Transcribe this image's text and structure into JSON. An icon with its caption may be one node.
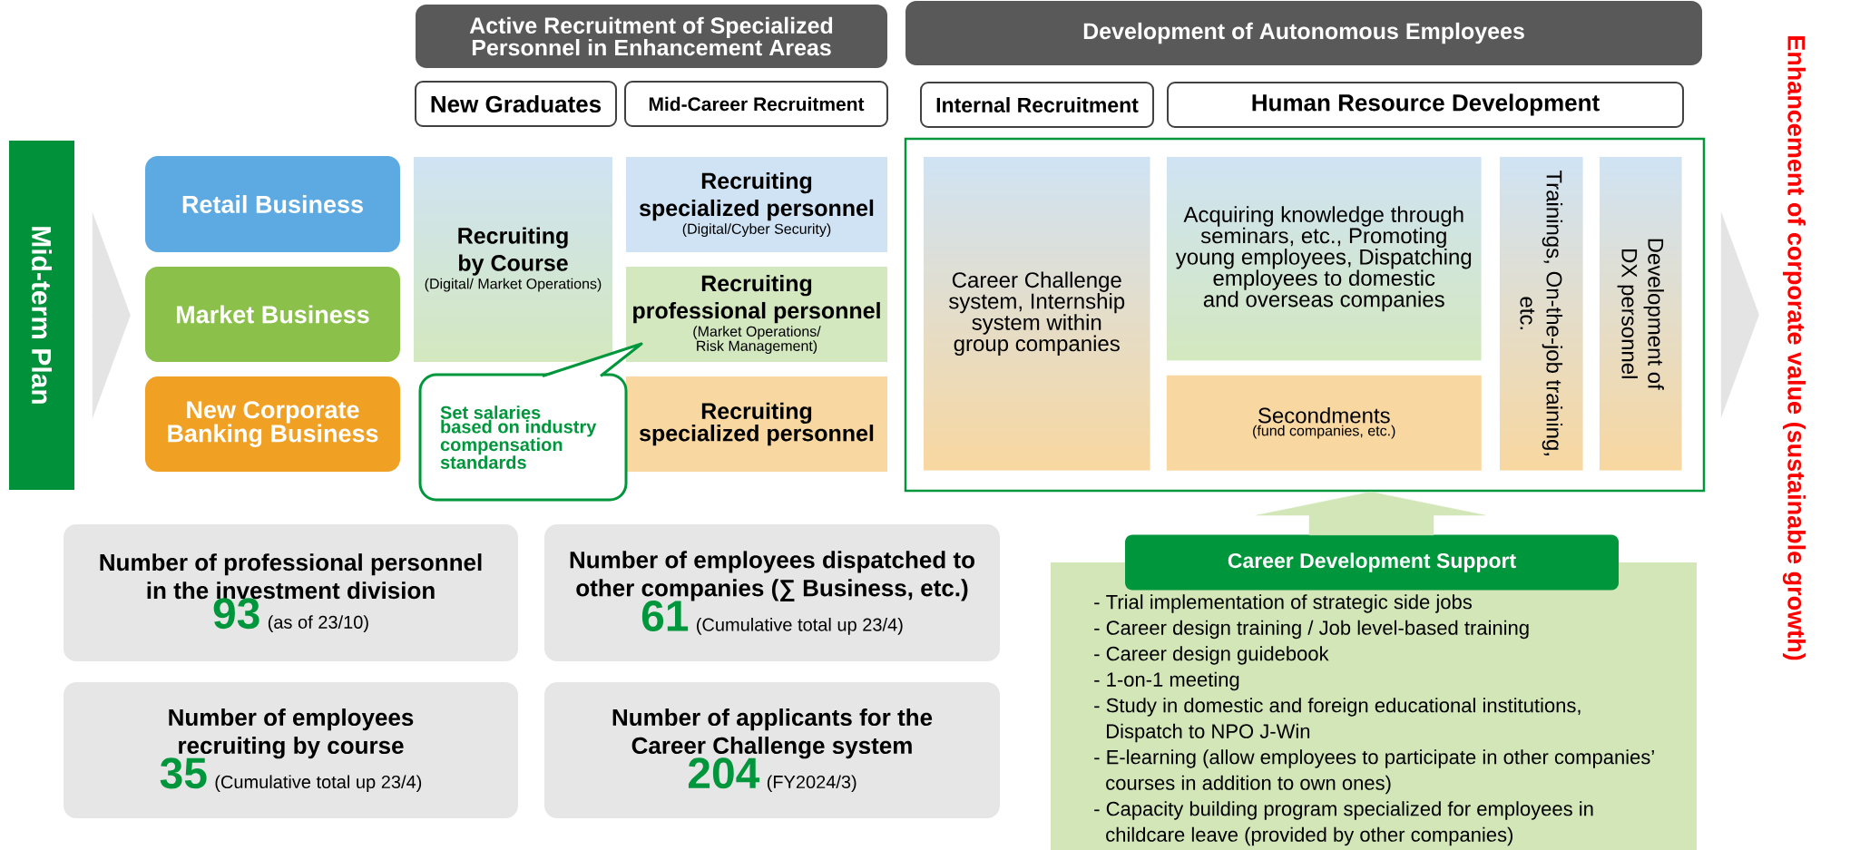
{
  "diagram": {
    "nodes": [
      {
        "text": [
          "Mid-term Plan"
        ]
      },
      {
        "text": [
          "Retail Business"
        ]
      },
      {
        "text": [
          "Market Business"
        ]
      },
      {
        "text": [
          "New Corporate Banking Business"
        ]
      },
      {
        "text": [
          "Active Recruitment of Specialized Personnel in Enhancement Areas"
        ]
      },
      {
        "text": [
          "New Graduates"
        ]
      },
      {
        "text": [
          "Mid-Career Recruitment"
        ]
      },
      {
        "text": [
          "Recruiting by Course",
          "(Digital/ Market Operations)"
        ]
      },
      {
        "text": [
          "Recruiting specialized personnel",
          "(Digital/Cyber Security)"
        ]
      },
      {
        "text": [
          "Recruiting professional personnel",
          "(Market Operations/ Risk Management)"
        ]
      },
      {
        "text": [
          "Recruiting specialized personnel"
        ]
      },
      {
        "text": [
          "Set salaries based on industry compensation standards"
        ]
      },
      {
        "text": [
          "Development of Autonomous Employees"
        ]
      },
      {
        "text": [
          "Internal Recruitment"
        ]
      },
      {
        "text": [
          "Human Resource Development"
        ]
      },
      {
        "text": [],
        "shape": "box"
      },
      {
        "text": [
          "Career Challenge system, Internship system within group companies"
        ],
        "in": 15
      },
      {
        "text": [
          "Acquiring knowledge through seminars, etc., Promoting young employees, Dispatching employees to domestic and overseas companies"
        ],
        "in": 15
      },
      {
        "text": [
          "Secondments",
          "(fund companies, etc.)"
        ],
        "in": 15
      },
      {
        "text": [
          "Trainings, On-the-job training, etc."
        ],
        "in": 15
      },
      {
        "text": [
          "Development of DX personnel"
        ],
        "in": 15
      },
      {
        "text": [
          "Enhancement of corporate value (sustainable growth)"
        ]
      },
      {
        "text": [
          "Career Development Support",
          "- Trial implementation of strategic side jobs",
          "- Career design training / Job level-based training",
          "- Career design guidebook",
          "- 1-on-1 meeting",
          "- Study in domestic and foreign educational institutions, Dispatch to NPO J-Win",
          "- E-learning (allow employees to participate in other companies’ courses in addition to own ones)",
          "- Capacity building program specialized for employees in childcare leave (provided by other companies)"
        ]
      },
      {
        "text": [
          "Number of professional personnel in the investment division",
          "93",
          "(as of 23/10)"
        ]
      },
      {
        "text": [
          "Number of employees dispatched to other companies (∑ Business, etc.)",
          "61",
          "(Cumulative total up 23/4)"
        ]
      },
      {
        "text": [
          "Number of employees recruiting by course",
          "35",
          "(Cumulative total up 23/4)"
        ]
      },
      {
        "text": [
          "Number of applicants for the Career Challenge system",
          "204",
          "(FY2024/3)"
        ]
      }
    ],
    "edges": [
      {
        "from": 0,
        "to": 2,
        "arrow": "to"
      },
      {
        "from": 15,
        "to": 21,
        "arrow": "to"
      },
      {
        "from": 22,
        "to": 15,
        "arrow": "to",
        "style": "thick",
        "color": "#d3e6b8"
      }
    ]
  }
}
